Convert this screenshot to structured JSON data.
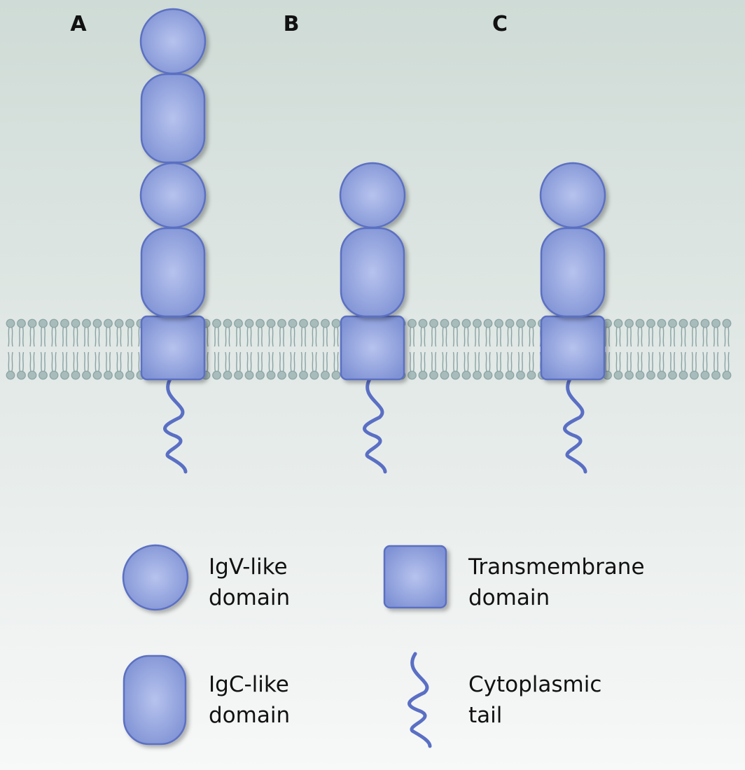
{
  "panels": [
    {
      "label": "A",
      "domains": [
        "igv",
        "igc",
        "igv",
        "igc"
      ]
    },
    {
      "label": "B",
      "domains": [
        "igv",
        "igc"
      ]
    },
    {
      "label": "C",
      "domains": [
        "igv",
        "igc"
      ]
    }
  ],
  "legend": {
    "igv": {
      "line1": "IgV-like",
      "line2": "domain"
    },
    "igc": {
      "line1": "IgC-like",
      "line2": "domain"
    },
    "transmembrane": {
      "line1": "Transmembrane",
      "line2": "domain"
    },
    "tail": {
      "line1": "Cytoplasmic",
      "line2": "tail"
    }
  },
  "colors": {
    "domain_fill": "#7f92d4",
    "domain_highlight": "#b7c3ee",
    "domain_stroke": "#5b70c2",
    "tail": "#5a6fc4",
    "lipid": "#8aa3a3",
    "lipid_head": "#a8bcbc",
    "background_top": "#cfdbd6",
    "background_bottom": "#f7f8f8"
  }
}
